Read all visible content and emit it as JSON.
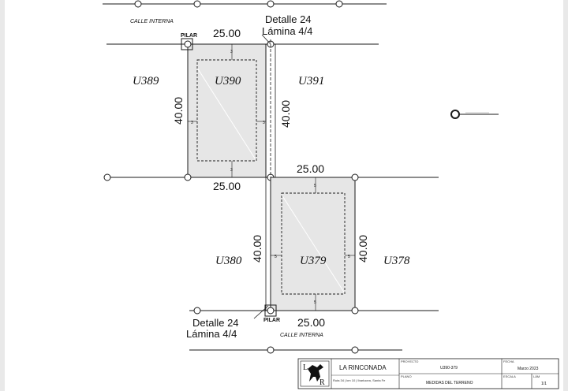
{
  "streets": {
    "top": "CALLE INTERNA",
    "bottom": "CALLE INTERNA"
  },
  "pilar_label": "PILAR",
  "detail_top": {
    "line1": "Detalle 24",
    "line2": "Lámina 4/4"
  },
  "detail_bottom": {
    "line1": "Detalle 24",
    "line2": "Lámina 4/4"
  },
  "lots": {
    "u389": "U389",
    "u390": "U390",
    "u391": "U391",
    "u380": "U380",
    "u379": "U379",
    "u378": "U378"
  },
  "dimensions": {
    "u390_top": "25.00",
    "u390_bottom": "25.00",
    "u390_left": "40.00",
    "u390_right": "40.00",
    "u379_top": "25.00",
    "u379_bottom": "25.00",
    "u379_left": "40.00",
    "u379_right": "40.00"
  },
  "setback_ticks": [
    "3",
    "3",
    "5",
    "5",
    "3",
    "3",
    "5",
    "5"
  ],
  "title_block": {
    "logo_letters": [
      "L",
      "R"
    ],
    "company": "LA RINCONADA",
    "address": "Ruta 34 | km 10 | Ibarlucea, Santa Fe",
    "proyecto_label": "PROYECTO",
    "proyecto_value": "U390-379",
    "plano_label": "PLANO",
    "plano_value": "MEDIDAS DEL TERRENO",
    "fecha_label": "FECHA",
    "fecha_value": "Marzo 2023",
    "escala_label": "ESCALA",
    "lamina_label": "LÁM",
    "lamina_value": "1/1"
  },
  "colors": {
    "lot_fill": "#e6e6e6",
    "line": "#1a1a1a"
  }
}
